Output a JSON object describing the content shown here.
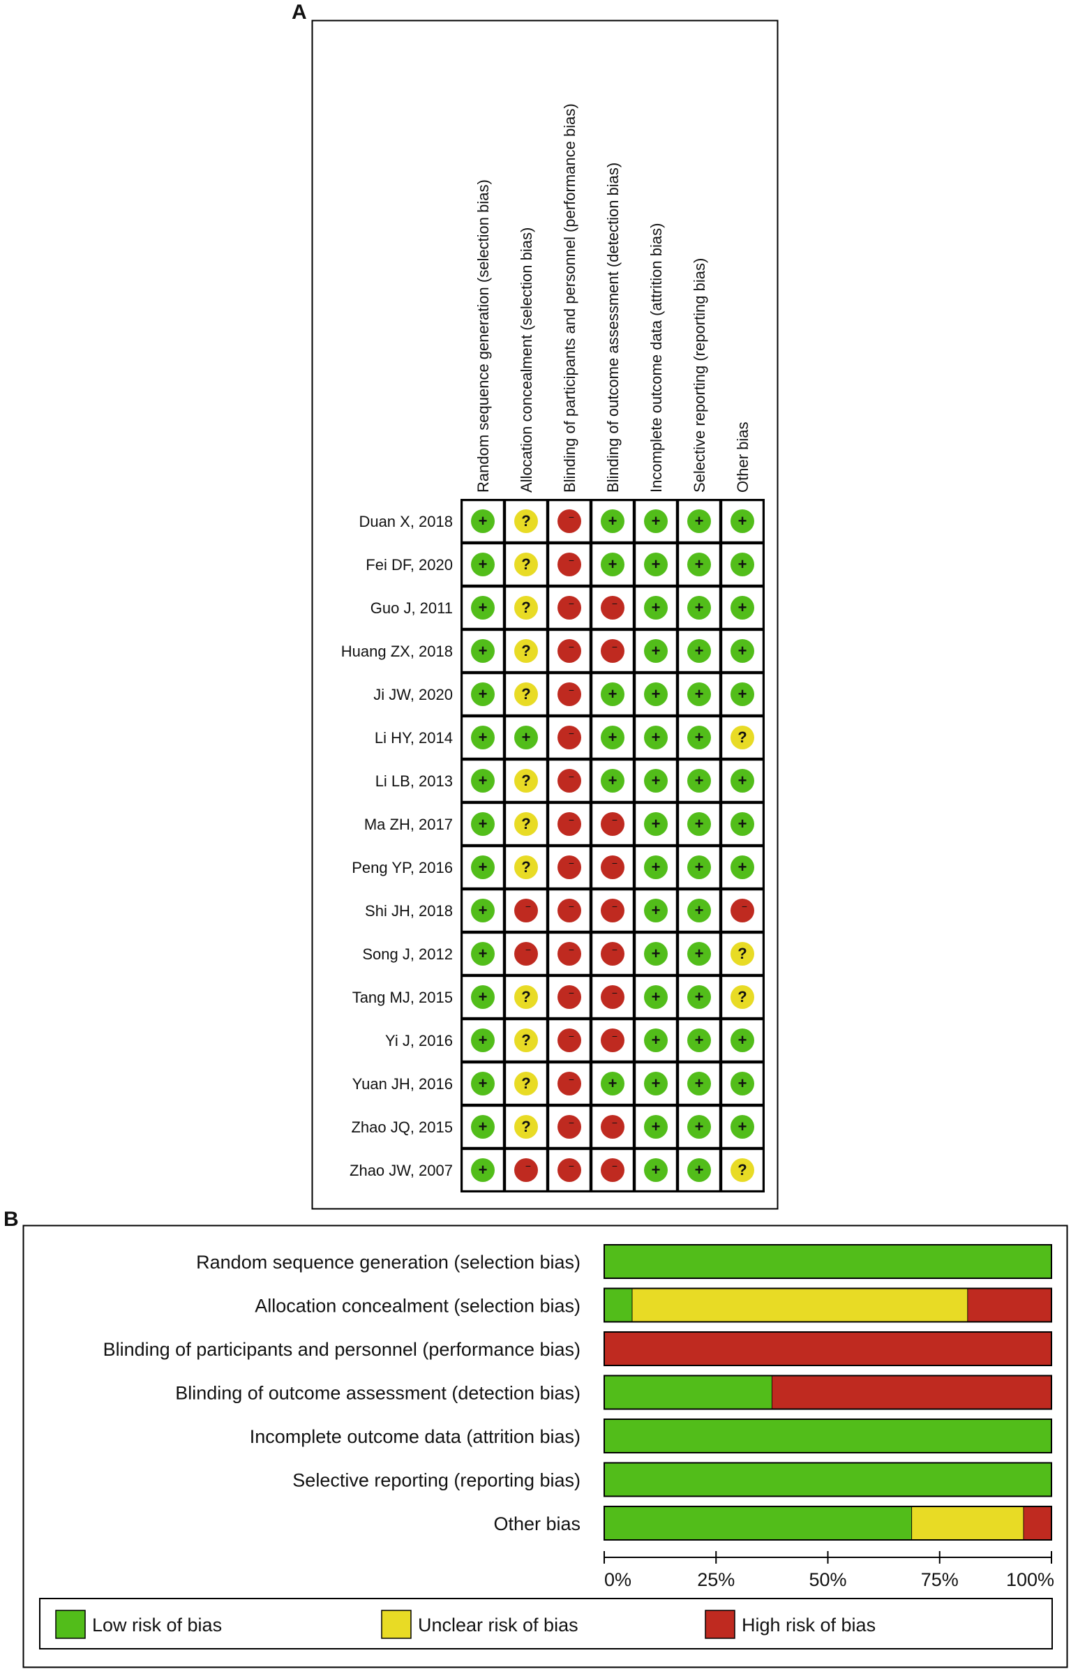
{
  "panel_a_label": "A",
  "panel_b_label": "B",
  "symbols": {
    "low": "+",
    "unclear": "?",
    "high": "−"
  },
  "colors": {
    "low": "#52BD1A",
    "unclear": "#E8DB25",
    "high": "#BF2A20"
  },
  "chart_data": [
    {
      "type": "table",
      "columns": [
        "Random sequence generation (selection bias)",
        "Allocation concealment (selection bias)",
        "Blinding of participants and personnel (performance bias)",
        "Blinding of outcome assessment (detection bias)",
        "Incomplete outcome data (attrition bias)",
        "Selective reporting (reporting bias)",
        "Other bias"
      ],
      "rows": [
        {
          "study": "Duan X, 2018",
          "ratings": [
            "low",
            "unclear",
            "high",
            "low",
            "low",
            "low",
            "low"
          ]
        },
        {
          "study": "Fei DF, 2020",
          "ratings": [
            "low",
            "unclear",
            "high",
            "low",
            "low",
            "low",
            "low"
          ]
        },
        {
          "study": "Guo J, 2011",
          "ratings": [
            "low",
            "unclear",
            "high",
            "high",
            "low",
            "low",
            "low"
          ]
        },
        {
          "study": "Huang ZX, 2018",
          "ratings": [
            "low",
            "unclear",
            "high",
            "high",
            "low",
            "low",
            "low"
          ]
        },
        {
          "study": "Ji JW, 2020",
          "ratings": [
            "low",
            "unclear",
            "high",
            "low",
            "low",
            "low",
            "low"
          ]
        },
        {
          "study": "Li HY, 2014",
          "ratings": [
            "low",
            "low",
            "high",
            "low",
            "low",
            "low",
            "unclear"
          ]
        },
        {
          "study": "Li LB, 2013",
          "ratings": [
            "low",
            "unclear",
            "high",
            "low",
            "low",
            "low",
            "low"
          ]
        },
        {
          "study": "Ma ZH, 2017",
          "ratings": [
            "low",
            "unclear",
            "high",
            "high",
            "low",
            "low",
            "low"
          ]
        },
        {
          "study": "Peng YP, 2016",
          "ratings": [
            "low",
            "unclear",
            "high",
            "high",
            "low",
            "low",
            "low"
          ]
        },
        {
          "study": "Shi JH, 2018",
          "ratings": [
            "low",
            "high",
            "high",
            "high",
            "low",
            "low",
            "high"
          ]
        },
        {
          "study": "Song J, 2012",
          "ratings": [
            "low",
            "high",
            "high",
            "high",
            "low",
            "low",
            "unclear"
          ]
        },
        {
          "study": "Tang MJ, 2015",
          "ratings": [
            "low",
            "unclear",
            "high",
            "high",
            "low",
            "low",
            "unclear"
          ]
        },
        {
          "study": "Yi J, 2016",
          "ratings": [
            "low",
            "unclear",
            "high",
            "high",
            "low",
            "low",
            "low"
          ]
        },
        {
          "study": "Yuan JH, 2016",
          "ratings": [
            "low",
            "unclear",
            "high",
            "low",
            "low",
            "low",
            "low"
          ]
        },
        {
          "study": "Zhao JQ, 2015",
          "ratings": [
            "low",
            "unclear",
            "high",
            "high",
            "low",
            "low",
            "low"
          ]
        },
        {
          "study": "Zhao JW, 2007",
          "ratings": [
            "low",
            "high",
            "high",
            "high",
            "low",
            "low",
            "unclear"
          ]
        }
      ]
    },
    {
      "type": "bar",
      "stacked": true,
      "orientation": "horizontal",
      "categories": [
        "Random sequence generation (selection bias)",
        "Allocation concealment (selection bias)",
        "Blinding of participants and personnel (performance bias)",
        "Blinding of outcome assessment (detection bias)",
        "Incomplete outcome data (attrition bias)",
        "Selective reporting (reporting bias)",
        "Other bias"
      ],
      "series": [
        {
          "name": "Low risk of bias",
          "key": "low",
          "values": [
            100,
            6.25,
            0,
            37.5,
            100,
            100,
            68.75
          ]
        },
        {
          "name": "Unclear risk of bias",
          "key": "unclear",
          "values": [
            0,
            75,
            0,
            0,
            0,
            0,
            25
          ]
        },
        {
          "name": "High risk of bias",
          "key": "high",
          "values": [
            0,
            18.75,
            100,
            62.5,
            0,
            0,
            6.25
          ]
        }
      ],
      "xlim": [
        0,
        100
      ],
      "ticks": [
        0,
        25,
        50,
        75,
        100
      ],
      "tick_labels": [
        "0%",
        "25%",
        "50%",
        "75%",
        "100%"
      ],
      "legend_position": "bottom"
    }
  ]
}
